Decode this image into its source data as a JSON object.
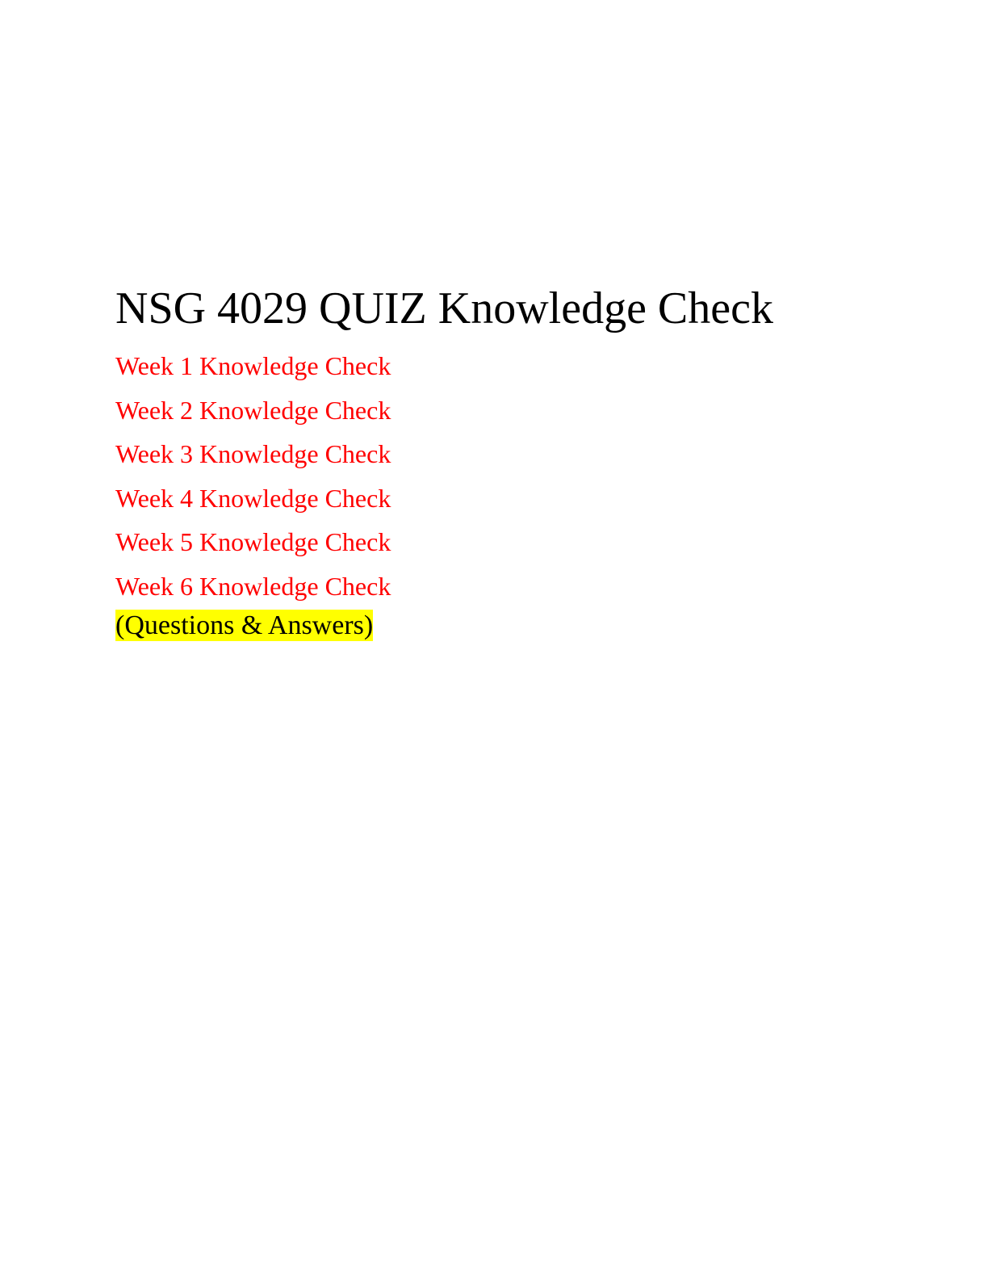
{
  "document": {
    "title": "NSG 4029 QUIZ Knowledge Check",
    "weeks": [
      "Week 1 Knowledge Check",
      "Week 2 Knowledge Check",
      "Week 3 Knowledge Check",
      "Week 4 Knowledge Check",
      "Week 5 Knowledge Check",
      "Week 6 Knowledge Check"
    ],
    "subtitle": "(Questions & Answers)"
  },
  "colors": {
    "title": "#000000",
    "week_text": "#ff0000",
    "highlight": "#ffff00",
    "background": "#ffffff"
  }
}
